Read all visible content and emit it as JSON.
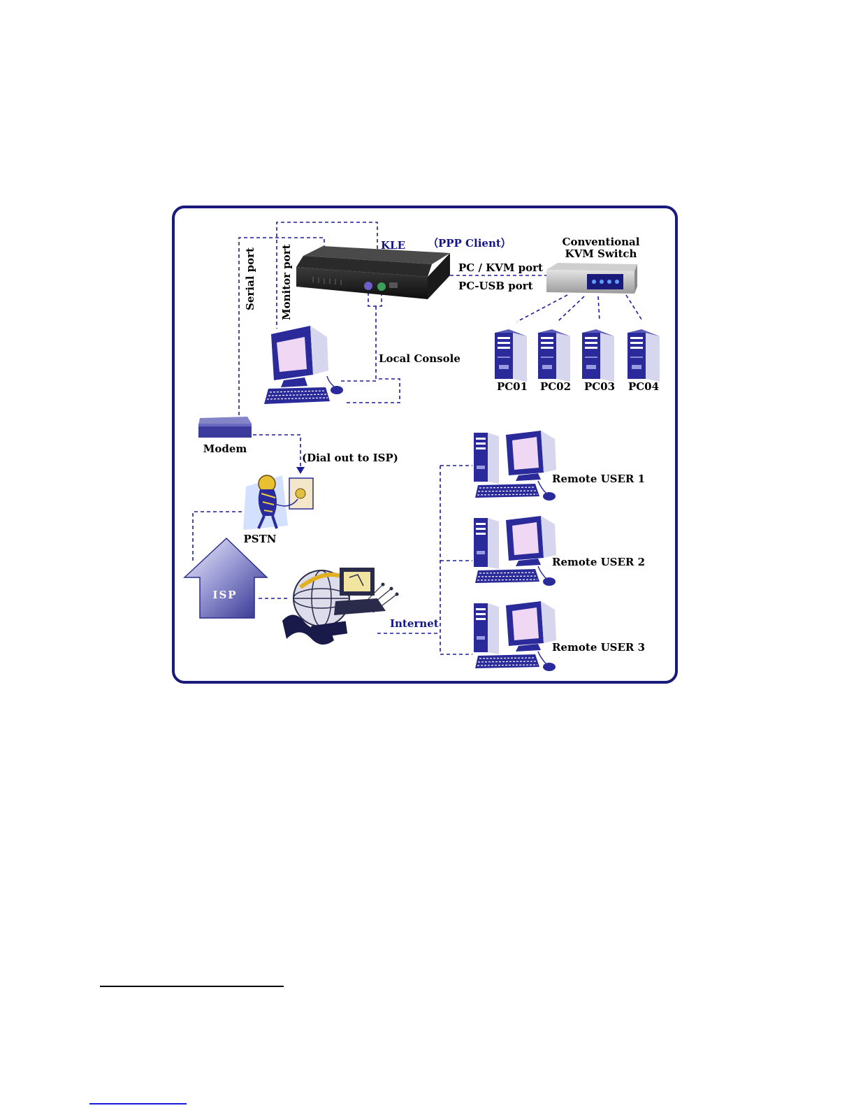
{
  "diagram": {
    "title_main": "KLE",
    "title_sub": "（PPP Client）",
    "switch_label_line1": "Conventional",
    "switch_label_line2": "KVM Switch",
    "pc_kvm_port": "PC / KVM port",
    "pc_usb_port": "PC-USB port",
    "serial_port": "Serial port",
    "monitor_port": "Monitor port",
    "local_console": "Local Console",
    "modem": "Modem",
    "dial_out": "(Dial out to ISP)",
    "pstn": "PSTN",
    "isp": "ISP",
    "internet": "Internet",
    "pcs": [
      "PC01",
      "PC02",
      "PC03",
      "PC04"
    ],
    "remote_users": [
      "Remote USER 1",
      "Remote USER 2",
      "Remote USER 3"
    ]
  },
  "colors": {
    "frame": "#1a1a7a",
    "cable": "#1c1c9c",
    "title": "#15158a",
    "tower": "#2a2a9a",
    "screen": "#f0d8f4",
    "isp_arrow": "#5656b0",
    "footnote_link": "#1a1adc"
  },
  "icons": [
    "kle-device-icon",
    "kvm-switch-icon",
    "pc-tower-icon",
    "workstation-icon",
    "modem-icon",
    "pstn-phone-icon",
    "isp-arrow-icon",
    "internet-globe-icon"
  ]
}
